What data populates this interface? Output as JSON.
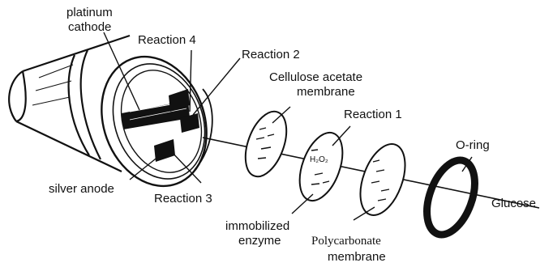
{
  "labels": {
    "platinum_cathode_line1": "platinum",
    "platinum_cathode_line2": "cathode",
    "reaction4": "Reaction 4",
    "reaction2": "Reaction 2",
    "cellulose_line1": "Cellulose acetate",
    "cellulose_line2": "membrane",
    "reaction1": "Reaction 1",
    "h2o2": "H₂O₂",
    "o_ring": "O-ring",
    "glucose": "Glucose",
    "silver_anode": "silver anode",
    "reaction3": "Reaction 3",
    "immobilized_line1": "immobilized",
    "immobilized_line2": "enzyme",
    "polycarbonate_line1": "Polycarbonate",
    "polycarbonate_line2": "membrane"
  },
  "colors": {
    "ink": "#111111",
    "background": "#ffffff"
  }
}
